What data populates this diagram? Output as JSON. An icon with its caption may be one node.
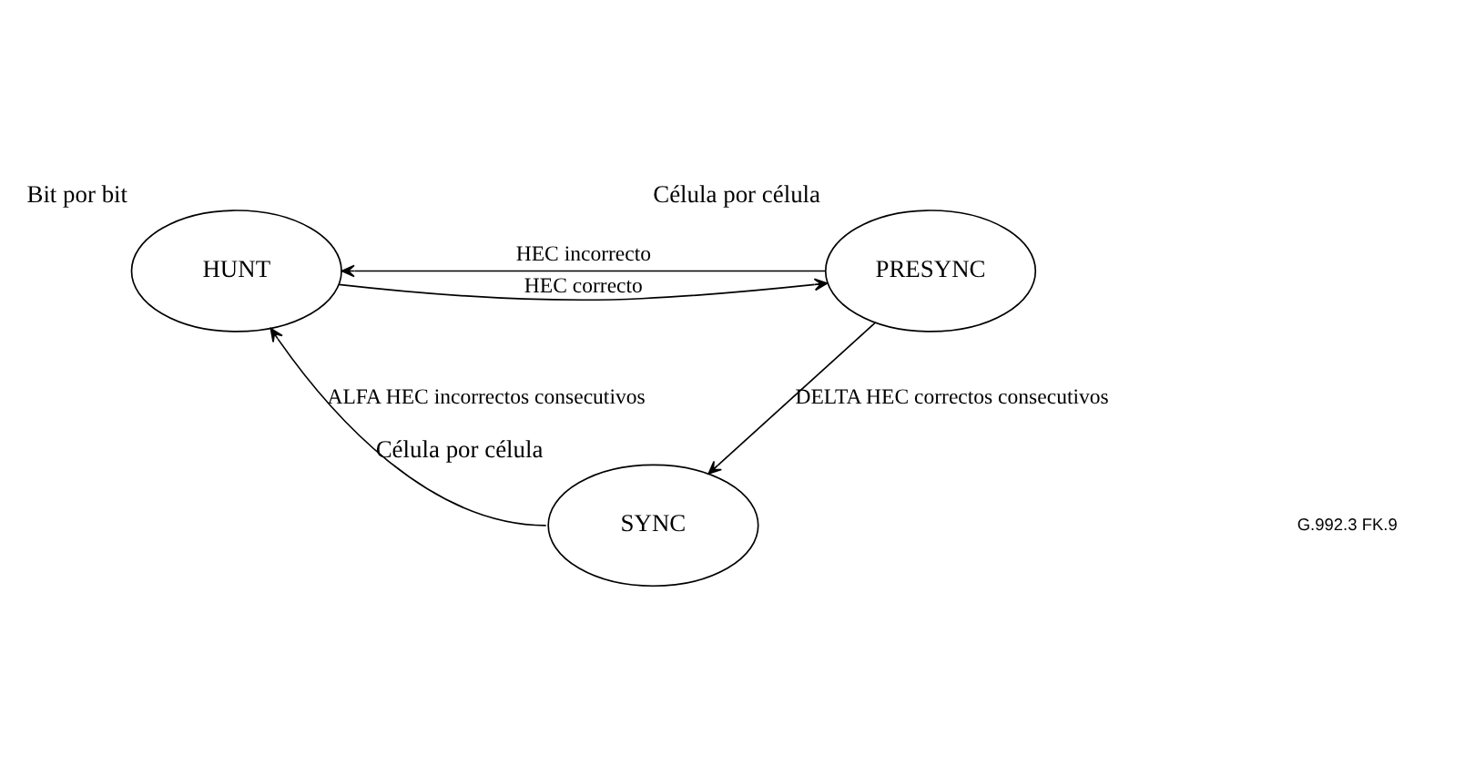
{
  "diagram": {
    "nodes": [
      {
        "text": [
          "HUNT"
        ],
        "beside": [
          "Bit por bit"
        ]
      },
      {
        "text": [
          "PRESYNC"
        ],
        "beside": [
          "Célula por célula"
        ]
      },
      {
        "text": [
          "SYNC"
        ],
        "beside": [
          "Célula por célula"
        ]
      }
    ],
    "edges": [
      {
        "from": 0,
        "to": 1,
        "arrow": "to",
        "label": "HEC correcto"
      },
      {
        "from": 1,
        "to": 0,
        "arrow": "to",
        "label": "HEC incorrecto"
      },
      {
        "from": 1,
        "to": 2,
        "arrow": "to",
        "label": "DELTA HEC correctos consecutivos"
      },
      {
        "from": 2,
        "to": 0,
        "arrow": "to",
        "label": "ALFA HEC incorrectos consecutivos"
      }
    ],
    "labels": [
      "G.992.3 FK.9"
    ]
  }
}
